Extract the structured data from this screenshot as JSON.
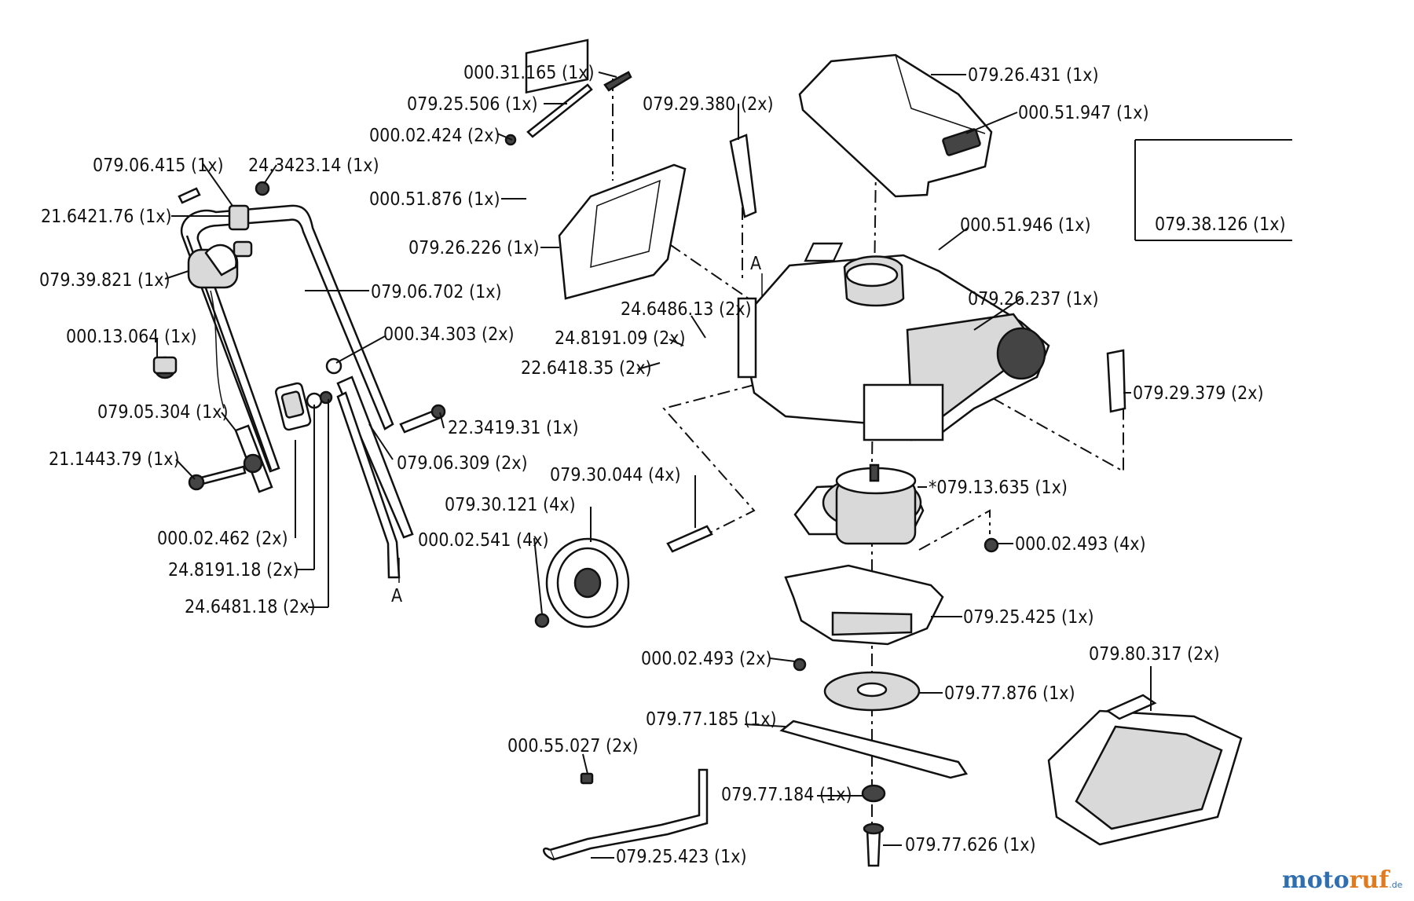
{
  "labels": {
    "p_000_31_165": "000.31.165 (1x)",
    "p_079_25_506": "079.25.506 (1x)",
    "p_000_02_424": "000.02.424 (2x)",
    "p_079_29_380": "079.29.380 (2x)",
    "p_079_26_431": "079.26.431 (1x)",
    "p_000_51_947": "000.51.947 (1x)",
    "p_079_38_126": "079.38.126 (1x)",
    "p_079_06_415": "079.06.415 (1x)",
    "p_24_3423_14": "24.3423.14 (1x)",
    "p_21_6421_76": "21.6421.76 (1x)",
    "p_000_51_876": "000.51.876 (1x)",
    "p_079_26_226": "079.26.226 (1x)",
    "p_000_51_946": "000.51.946 (1x)",
    "p_079_39_821": "079.39.821 (1x)",
    "p_079_06_702": "079.06.702 (1x)",
    "p_079_26_237": "079.26.237 (1x)",
    "p_24_6486_13": "24.6486.13 (2x)",
    "p_24_8191_09": "24.8191.09 (2x)",
    "p_22_6418_35": "22.6418.35 (2x)",
    "p_000_13_064": "000.13.064 (1x)",
    "p_000_34_303": "000.34.303 (2x)",
    "p_079_29_379": "079.29.379 (2x)",
    "p_079_05_304": "079.05.304 (1x)",
    "p_22_3419_31": "22.3419.31 (1x)",
    "p_21_1443_79": "21.1443.79 (1x)",
    "p_079_06_309": "079.06.309 (2x)",
    "p_079_30_044": "079.30.044 (4x)",
    "p_079_13_635": "*079.13.635 (1x)",
    "p_079_30_121": "079.30.121 (4x)",
    "p_000_02_462": "000.02.462 (2x)",
    "p_000_02_541": "000.02.541 (4x)",
    "p_000_02_493_4x": "000.02.493 (4x)",
    "p_24_8191_18": "24.8191.18 (2x)",
    "p_24_6481_18": "24.6481.18 (2x)",
    "p_079_25_425": "079.25.425 (1x)",
    "p_000_02_493_2x": "000.02.493 (2x)",
    "p_079_80_317": "079.80.317 (2x)",
    "p_079_77_876": "079.77.876 (1x)",
    "p_079_77_185": "079.77.185 (1x)",
    "p_000_55_027": "000.55.027 (2x)",
    "p_079_77_184": "079.77.184 (1x)",
    "p_079_77_626": "079.77.626 (1x)",
    "p_079_25_423": "079.25.423 (1x)",
    "marker_a_top": "A",
    "marker_a_bottom": "A"
  },
  "watermark": {
    "part1": "moto",
    "part2": "ruf",
    "suffix": ".de",
    "color_primary": "#2f6fb0",
    "color_accent": "#e07a1f"
  }
}
